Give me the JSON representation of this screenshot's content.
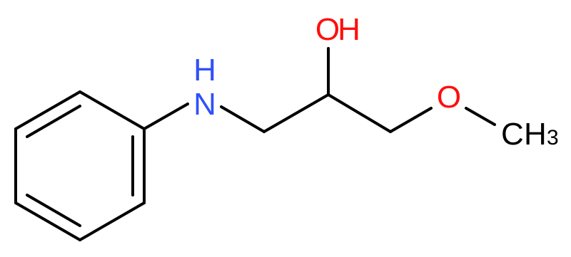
{
  "molecule": {
    "labels": {
      "nh": "N",
      "nh_h": "H",
      "oh_o": "O",
      "oh_h": "H",
      "ether_o": "O",
      "methyl_c": "C",
      "methyl_h": "H",
      "methyl_count": "3"
    },
    "colors": {
      "bond": "#000000",
      "nitrogen": "#3050F8",
      "oxygen": "#FF0D0D",
      "carbon": "#000000"
    }
  }
}
